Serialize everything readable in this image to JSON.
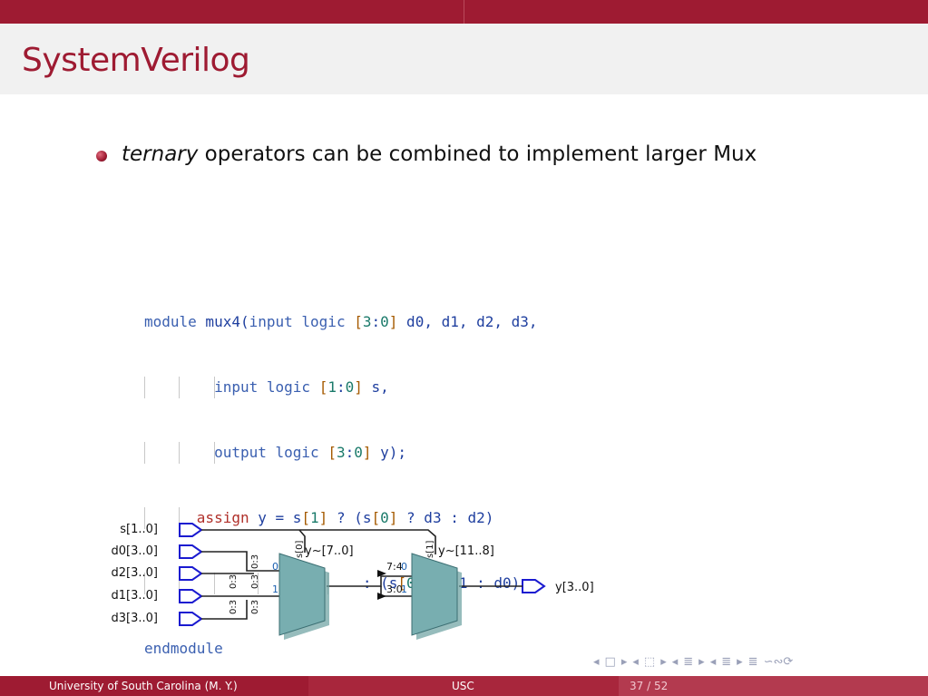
{
  "slide": {
    "title": "SystemVerilog",
    "bullet": {
      "emphasis": "ternary",
      "rest": " operators can be combined to implement larger Mux"
    }
  },
  "code": {
    "lines": [
      [
        "module",
        " mux4(",
        "input",
        " ",
        "logic",
        " ",
        "[",
        "3",
        ":",
        "0",
        "]",
        " d0, d1, d2, d3,"
      ],
      [
        "input",
        " ",
        "logic",
        " ",
        "[",
        "1",
        ":",
        "0",
        "]",
        " s,"
      ],
      [
        "output",
        " ",
        "logic",
        " ",
        "[",
        "3",
        ":",
        "0",
        "]",
        " y);"
      ],
      [
        "assign",
        " y = s",
        "[",
        "1",
        "]",
        " ? (s",
        "[",
        "0",
        "]",
        " ? d3 : d2)"
      ],
      [
        ": (s",
        "[",
        "0",
        "]",
        " ? d1 : d0);"
      ],
      [
        "endmodule"
      ]
    ]
  },
  "diagram": {
    "inputs": [
      "s[1..0]",
      "d0[3..0]",
      "d2[3..0]",
      "d1[3..0]",
      "d3[3..0]"
    ],
    "output": "y[3..0]",
    "mux1": {
      "label": "y~[7..0]",
      "sel": "s[0]",
      "port0": "0",
      "port1": "1"
    },
    "mux2": {
      "label": "y~[11..8]",
      "sel": "s[1]",
      "port0": "7:4",
      "port0b": "0",
      "port1": "3:0",
      "port1b": "1"
    },
    "bus_labels": [
      "0:3",
      "0:3",
      "0:3",
      "0:3",
      "0:3"
    ]
  },
  "footer": {
    "left": "University of South Carolina  (M. Y.)",
    "center": "USC",
    "page": "37 / 52"
  },
  "nav": {
    "symbols": [
      "◂",
      "□",
      "▸",
      "◂",
      "⬚",
      "▸",
      "◂",
      "≣",
      "▸",
      "◂",
      "≣",
      "▸",
      "≣",
      "∽∾⟳"
    ]
  }
}
